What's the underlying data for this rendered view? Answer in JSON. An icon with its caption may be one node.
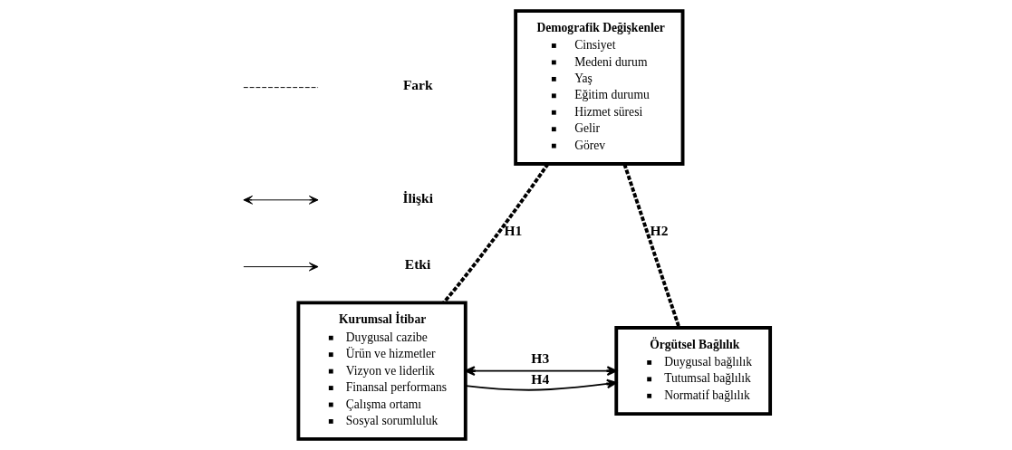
{
  "diagram": {
    "nodes": [
      {
        "text": [
          "Demografik Değişkenler",
          "Cinsiyet",
          "Medeni durum",
          "Yaş",
          "Eğitim durumu",
          "Hizmet süresi",
          "Gelir",
          "Görev"
        ]
      },
      {
        "text": [
          "Kurumsal İtibar",
          "Duygusal cazibe",
          "Ürün ve hizmetler",
          "Vizyon ve liderlik",
          "Finansal performans",
          "Çalışma ortamı",
          "Sosyal sorumluluk"
        ]
      },
      {
        "text": [
          "Örgütsel Bağlılık",
          "Duygusal bağlılık",
          "Tutumsal bağlılık",
          "Normatif bağlılık"
        ]
      }
    ],
    "edges": [
      {
        "from": 0,
        "to": 1,
        "arrow": "none",
        "style": "dashed",
        "label": "H1"
      },
      {
        "from": 0,
        "to": 2,
        "arrow": "none",
        "style": "dashed",
        "label": "H2"
      },
      {
        "from": 1,
        "to": 2,
        "arrow": "both",
        "label": "H3"
      },
      {
        "from": 1,
        "to": 2,
        "arrow": "to",
        "label": "H4"
      }
    ],
    "legend": [
      {
        "text": "Fark"
      },
      {
        "text": "İlişki"
      },
      {
        "text": "Etki"
      }
    ]
  }
}
